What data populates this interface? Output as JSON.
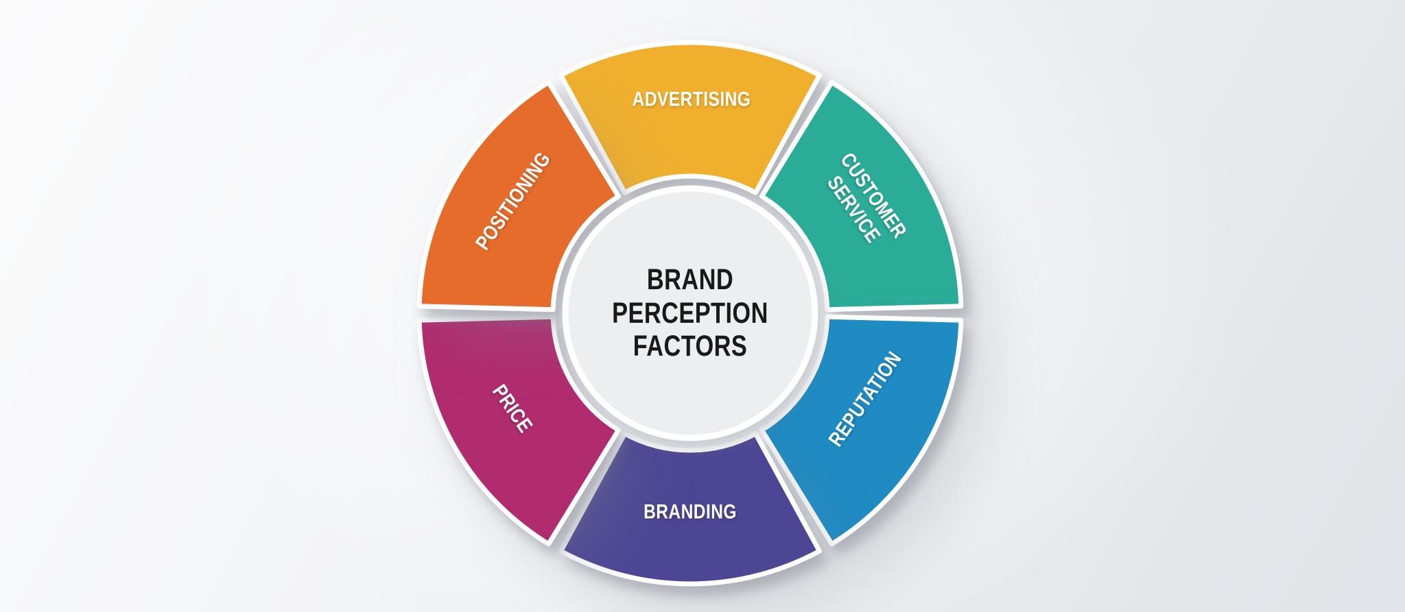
{
  "background": {
    "top_left_color": "#fbfbfc",
    "bottom_right_color": "#e0e3e7"
  },
  "wheel": {
    "center": {
      "title": "BRAND PERCEPTION FACTORS",
      "lines": [
        "BRAND",
        "PERCEPTION",
        "FACTORS"
      ],
      "fill": "#eceef0",
      "text_color": "#191919"
    },
    "label_color": "#ffffff",
    "segments": [
      {
        "id": "advertising",
        "label": "ADVERTISING",
        "lines": [
          "ADVERTISING"
        ],
        "color": "#f0b02e"
      },
      {
        "id": "customer-service",
        "label": "CUSTOMER SERVICE",
        "lines": [
          "CUSTOMER",
          "SERVICE"
        ],
        "color": "#2bac98"
      },
      {
        "id": "reputation",
        "label": "REPUTATION",
        "lines": [
          "REPUTATION"
        ],
        "color": "#1e8bc3"
      },
      {
        "id": "branding",
        "label": "BRANDING",
        "lines": [
          "BRANDING"
        ],
        "color": "#4c4694"
      },
      {
        "id": "price",
        "label": "PRICE",
        "lines": [
          "PRICE"
        ],
        "color": "#b12b6f"
      },
      {
        "id": "positioning",
        "label": "POSITIONING",
        "lines": [
          "POSITIONING"
        ],
        "color": "#e66c2b"
      }
    ]
  }
}
